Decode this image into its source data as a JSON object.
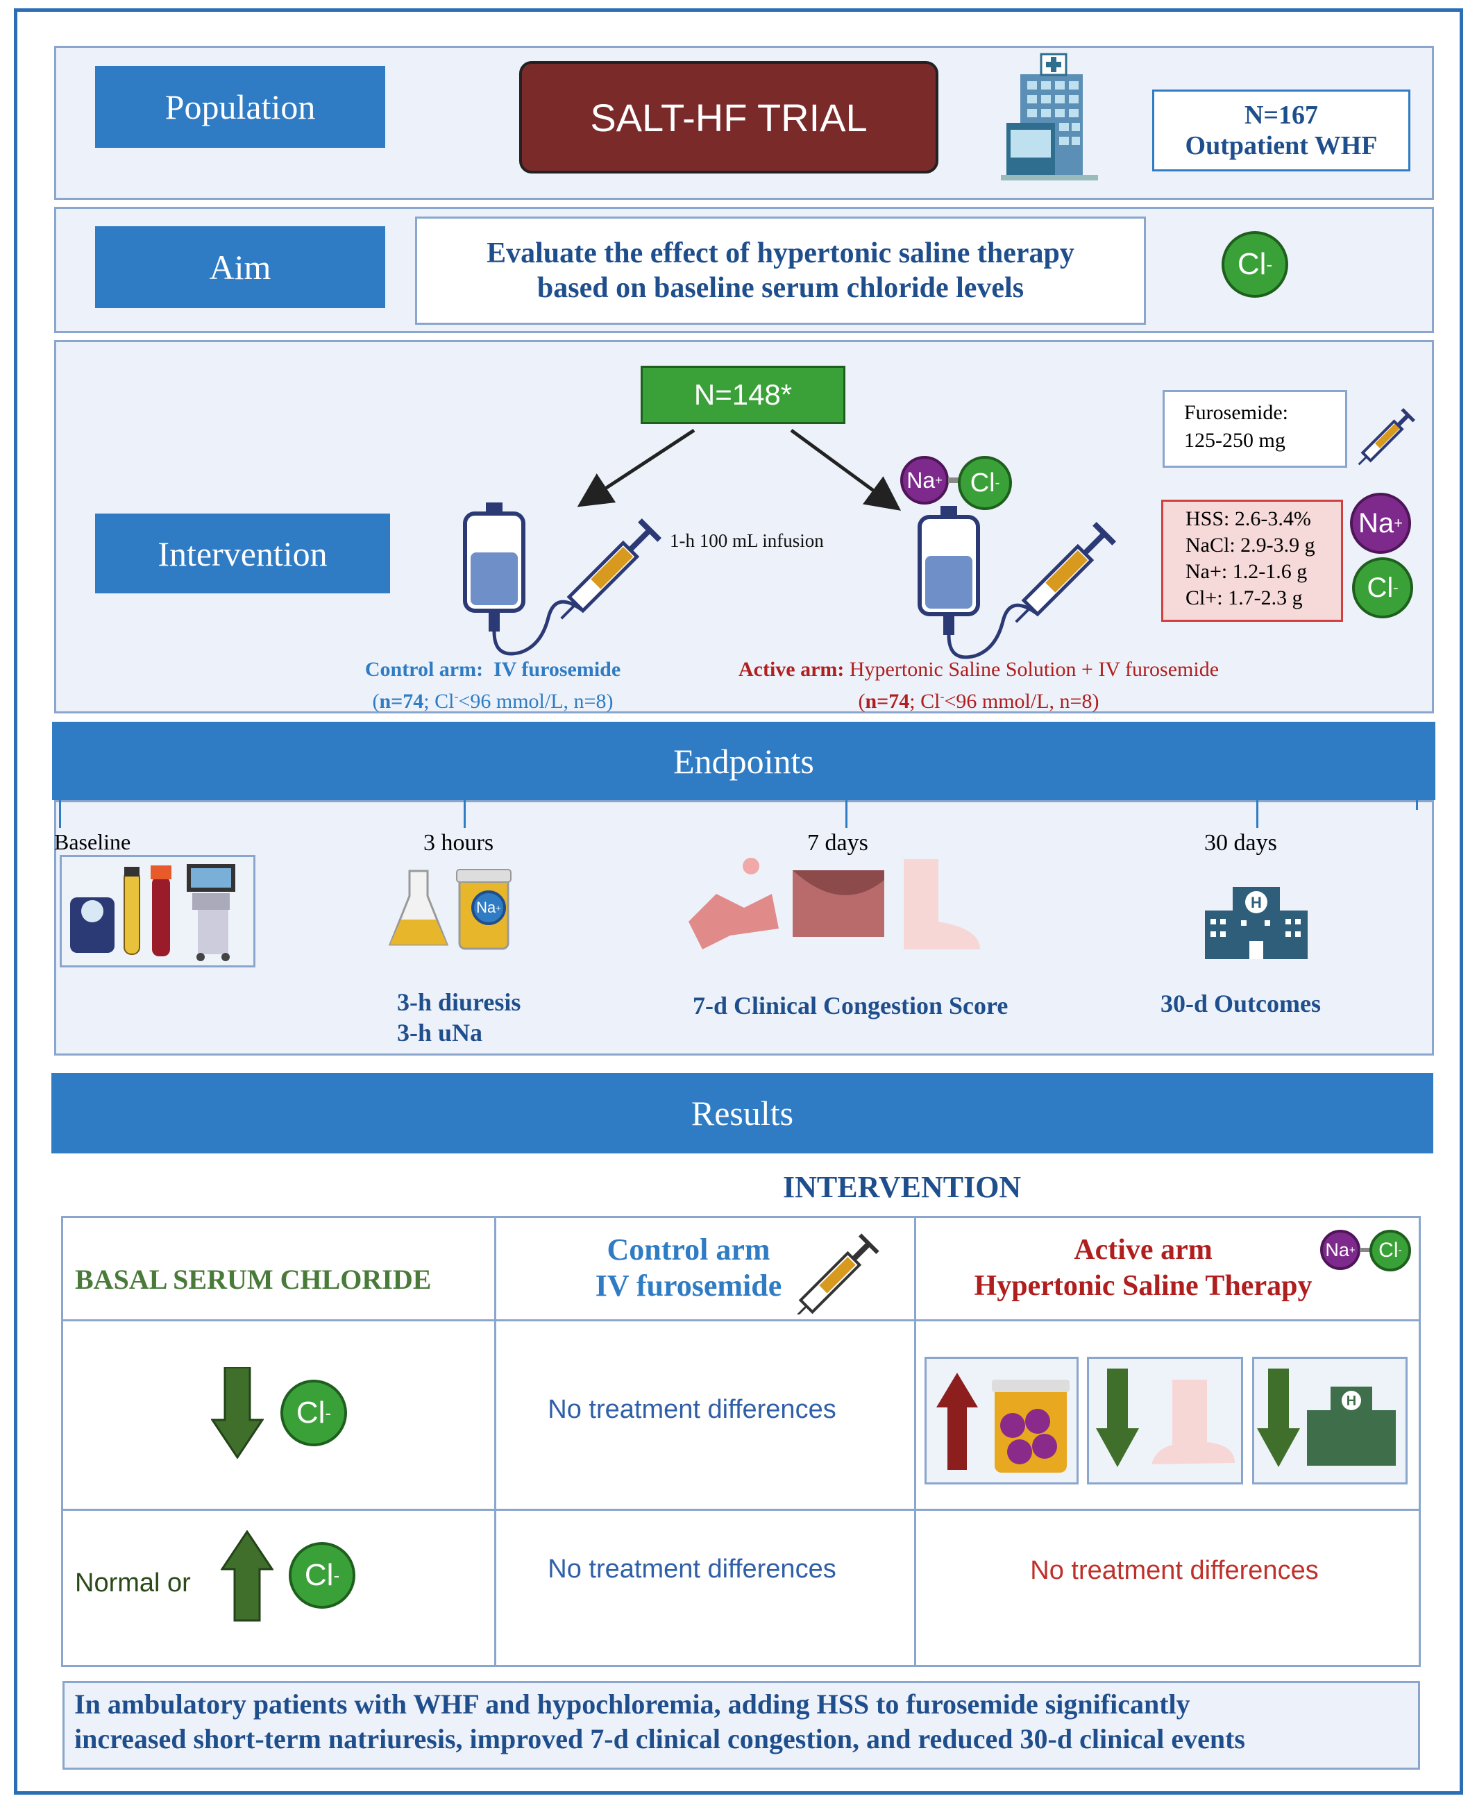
{
  "population": {
    "label": "Population",
    "trial_title": "SALT-HF TRIAL",
    "n_line1": "N=167",
    "n_line2": "Outpatient WHF"
  },
  "aim": {
    "label": "Aim",
    "text_line1": "Evaluate the effect of hypertonic saline therapy",
    "text_line2": "based on baseline serum chloride levels",
    "ion": "Cl",
    "ion_sup": "-"
  },
  "intervention": {
    "label": "Intervention",
    "n_box": "N=148*",
    "infusion": "1-h 100 mL infusion",
    "furosemide_line1": "Furosemide:",
    "furosemide_line2": "125-250 mg",
    "dosing": [
      "HSS: 2.6-3.4%",
      "NaCl: 2.9-3.9 g",
      "Na+: 1.2-1.6 g",
      "Cl+: 1.7-2.3 g"
    ],
    "na_ion": "Na",
    "na_sup": "+",
    "cl_ion": "Cl",
    "cl_sup": "-",
    "control_title_bold": "Control arm:",
    "control_title_rest": "IV furosemide",
    "control_n_bold": "n=74",
    "control_n_rest": "; Cl",
    "control_n_sup": "-",
    "control_n_tail": "<96 mmol/L, n=8",
    "active_title_bold": "Active arm:",
    "active_title_rest": "Hypertonic Saline Solution + IV furosemide",
    "active_n_bold": "n=74",
    "active_n_rest": "; Cl",
    "active_n_sup": "-",
    "active_n_tail": "<96 mmol/L, n=8"
  },
  "endpoints": {
    "title": "Endpoints",
    "times": [
      "Baseline",
      "3 hours",
      "7 days",
      "30 days"
    ],
    "measure_3h_line1": "3-h diuresis",
    "measure_3h_line2": "3-h uNa",
    "measure_7d": "7-d Clinical Congestion Score",
    "measure_30d": "30-d Outcomes",
    "urine_ion": "Na",
    "urine_sup": "+"
  },
  "results": {
    "title": "Results",
    "intervention_heading": "INTERVENTION",
    "row_header": "BASAL SERUM CHLORIDE",
    "control_line1": "Control arm",
    "control_line2": "IV furosemide",
    "active_line1": "Active arm",
    "active_line2": "Hypertonic Saline Therapy",
    "low_control": "No treatment differences",
    "normal_label": "Normal or",
    "normal_control": "No treatment differences",
    "normal_active": "No treatment differences",
    "ion": "Cl",
    "ion_sup": "-",
    "na_ion": "Na",
    "na_sup": "+"
  },
  "conclusion": {
    "line1": "In ambulatory patients with WHF and hypochloremia, adding HSS to furosemide significantly",
    "line2": "increased short-term natriuresis, improved 7-d clinical congestion, and reduced 30-d clinical events"
  },
  "colors": {
    "accent_blue": "#2f7cc4",
    "dark_red": "#7b2a2a",
    "green": "#3aa138",
    "red_text": "#c0302a",
    "olive_green": "#4a7a3a"
  }
}
